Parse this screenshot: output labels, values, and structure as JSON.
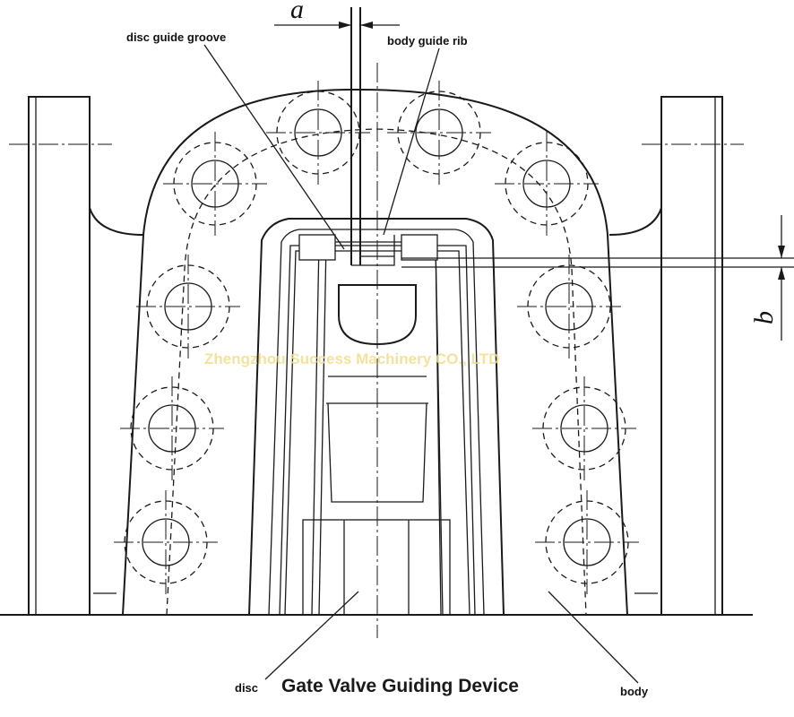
{
  "labels": {
    "disc_guide_groove": "disc guide groove",
    "body_guide_rib": "body guide rib",
    "disc": "disc",
    "body": "body"
  },
  "dimensions": {
    "a": "a",
    "b": "b"
  },
  "title": "Gate Valve Guiding Device",
  "watermark": "Zhengzhou Success Machinery CO., LTD",
  "colors": {
    "line": "#1a1a1a",
    "watermark": "#f1dd8c",
    "background": "#ffffff"
  }
}
